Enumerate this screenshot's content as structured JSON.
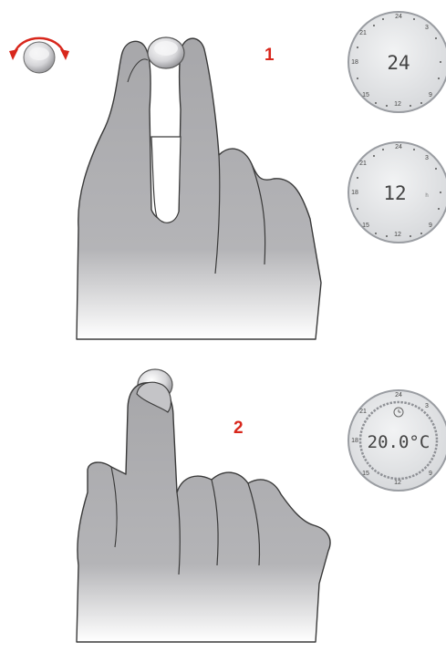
{
  "steps": [
    {
      "number": "1"
    },
    {
      "number": "2"
    }
  ],
  "dials": {
    "tick_labels": [
      "24",
      "3",
      "21",
      "18",
      "15",
      "12",
      "9"
    ],
    "display_1": "24",
    "display_2": "12",
    "display_2_suffix": "h",
    "display_3": "20.0°C"
  },
  "icons": {
    "rotate": "rotate-arrows-icon",
    "clock": "clock-icon"
  },
  "colors": {
    "accent": "#d8271c",
    "hand_fill": "#a8a8ab",
    "hand_stroke": "#3a3a3a",
    "dial_face": "#e6e7e9"
  }
}
